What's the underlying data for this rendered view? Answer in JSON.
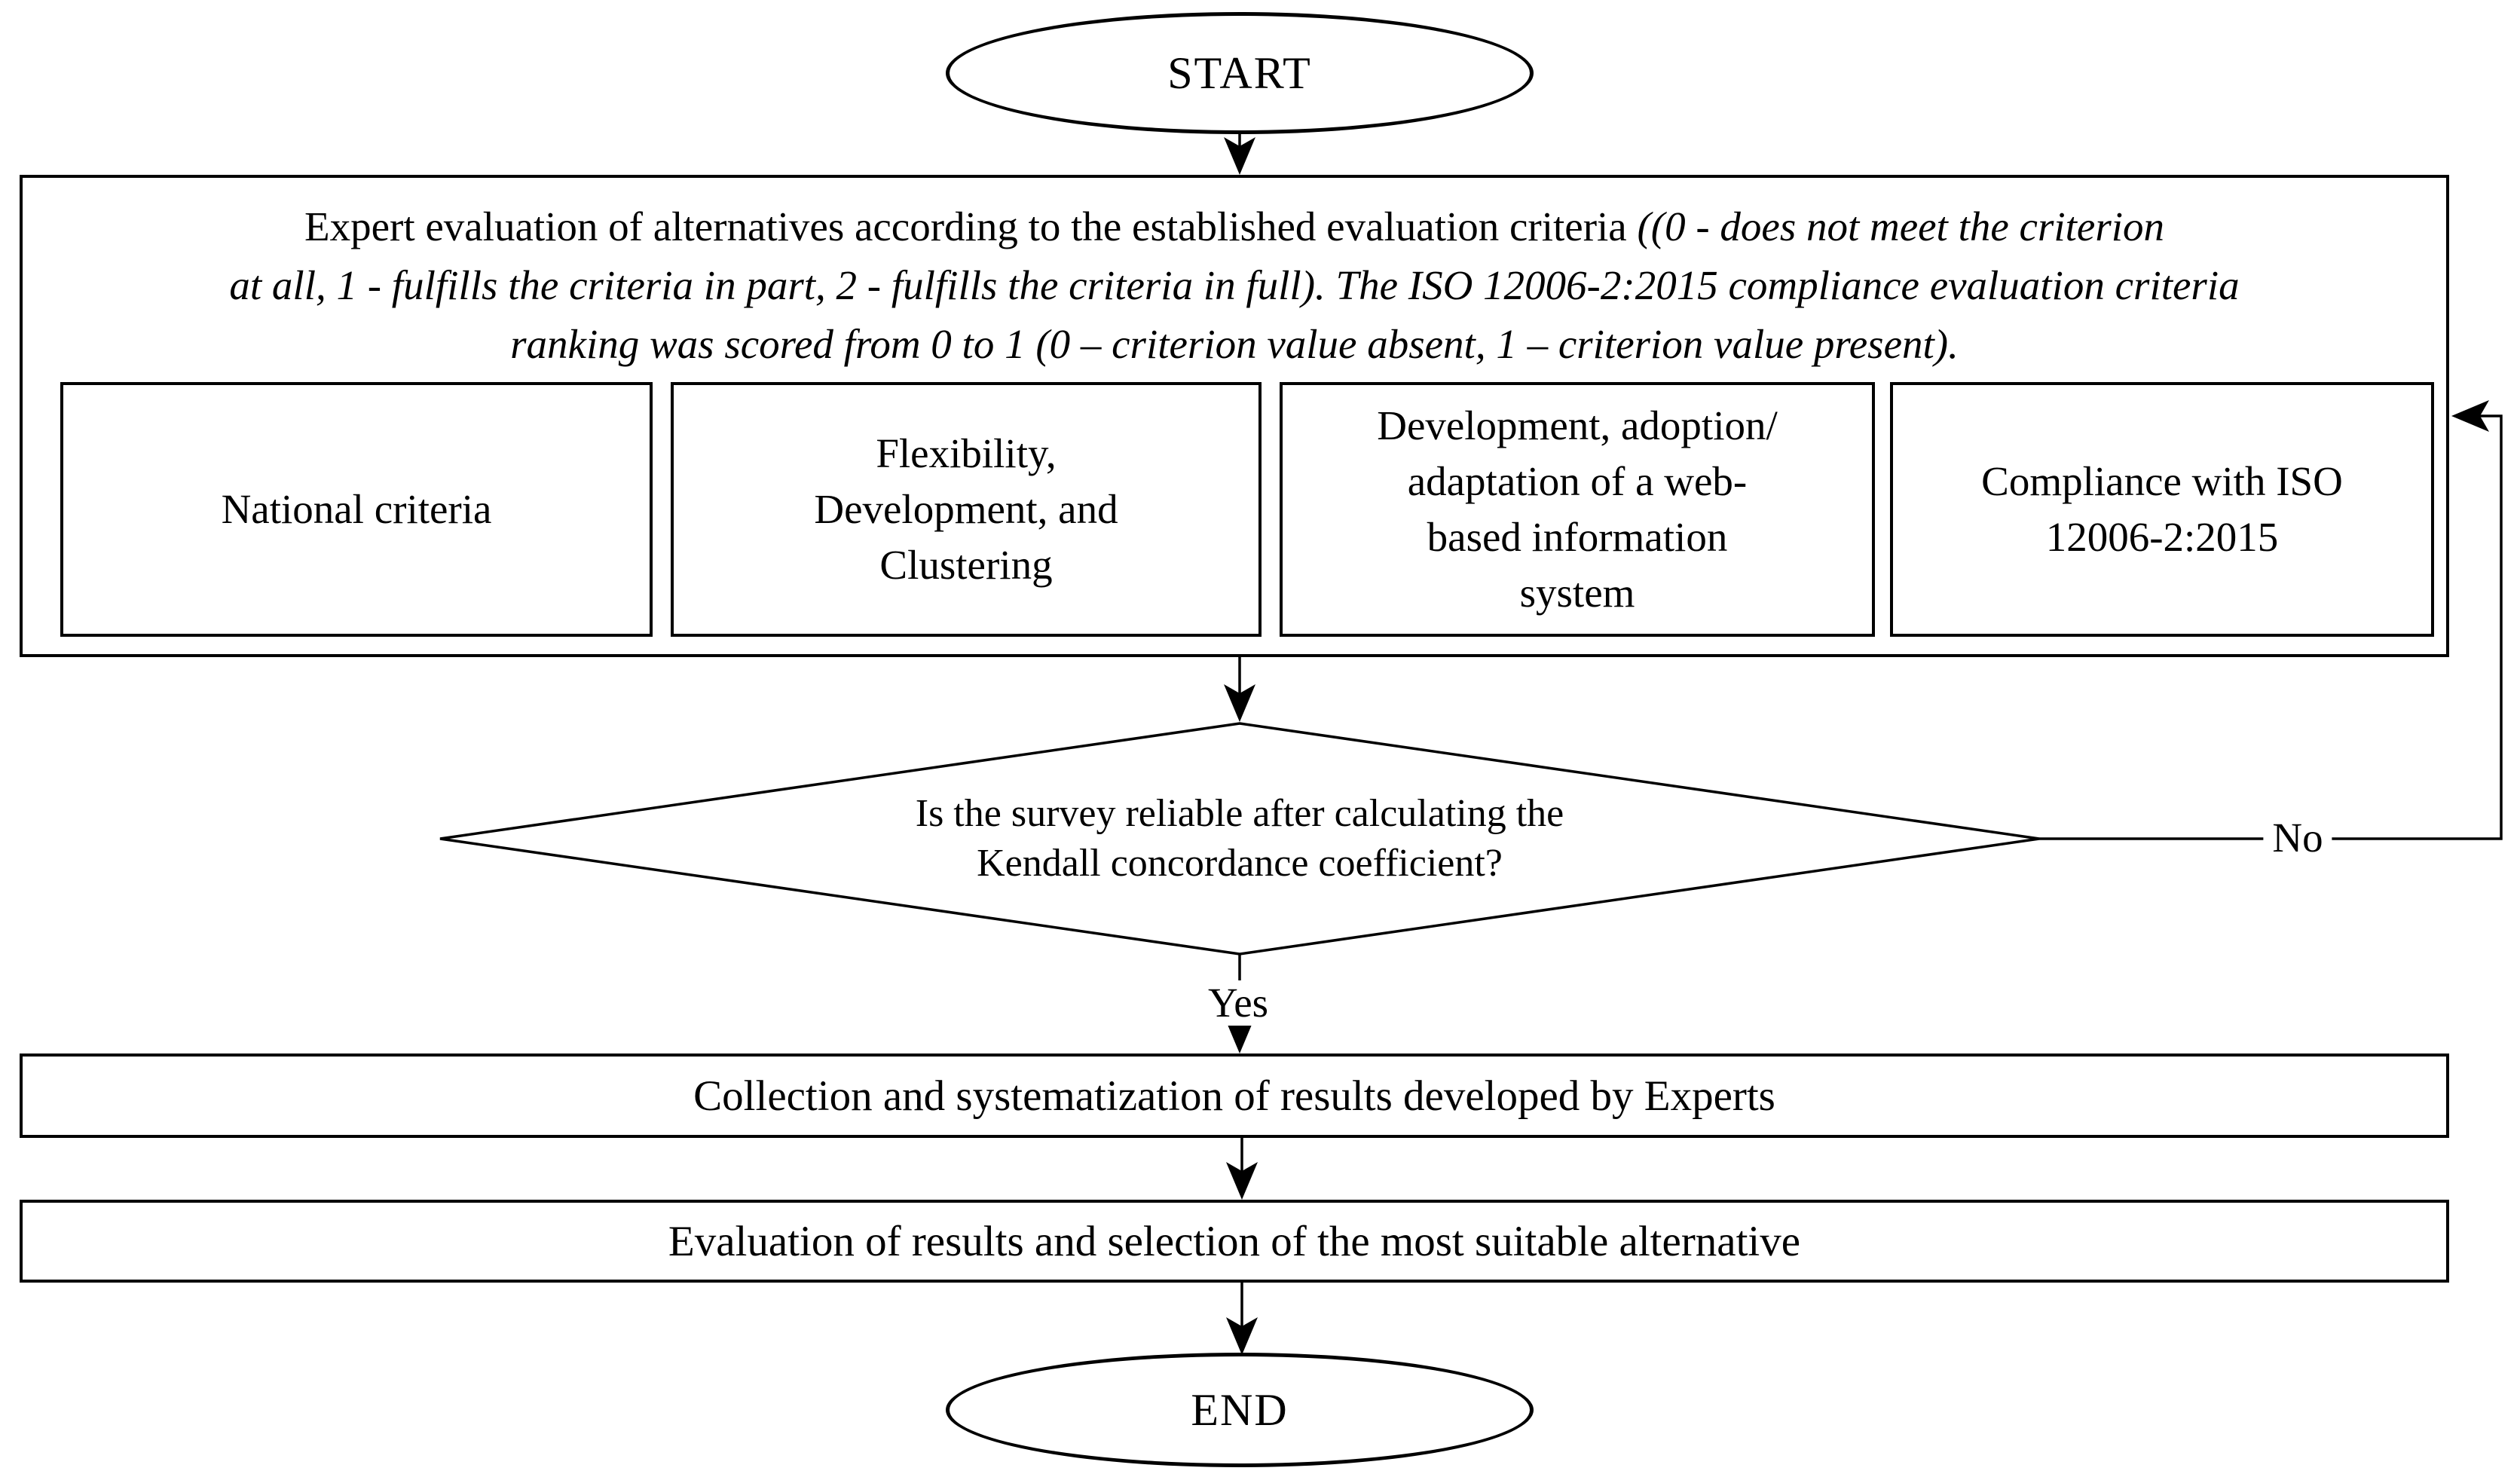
{
  "flowchart": {
    "colors": {
      "stroke": "#000000",
      "background": "#ffffff"
    },
    "start": {
      "label": "START"
    },
    "criteria_box": {
      "line1_normal": "Expert evaluation of alternatives according to the established evaluation criteria ",
      "line1_italic": "((0 - does not meet the criterion",
      "line2_italic": "at all, 1 - fulfills the criteria in part, 2 - fulfills the criteria in full). The ISO 12006-2:2015 compliance evaluation criteria",
      "line3_italic": "ranking was scored from 0 to 1 (0 – criterion value absent, 1 – criterion value present).",
      "sub_boxes": [
        {
          "label": "National criteria"
        },
        {
          "label": "Flexibility,\nDevelopment, and\nClustering"
        },
        {
          "label": "Development, adoption/\nadaptation of a web-\nbased information\nsystem"
        },
        {
          "label": "Compliance with ISO\n12006-2:2015"
        }
      ]
    },
    "decision": {
      "label": "Is the survey reliable after calculating the\nKendall concordance coefficient?",
      "yes_label": "Yes",
      "no_label": "No"
    },
    "collection_box": {
      "label": "Collection and systematization of results developed by Experts"
    },
    "evaluation_box": {
      "label": "Evaluation of results and selection of the most suitable alternative"
    },
    "end": {
      "label": "END"
    }
  }
}
